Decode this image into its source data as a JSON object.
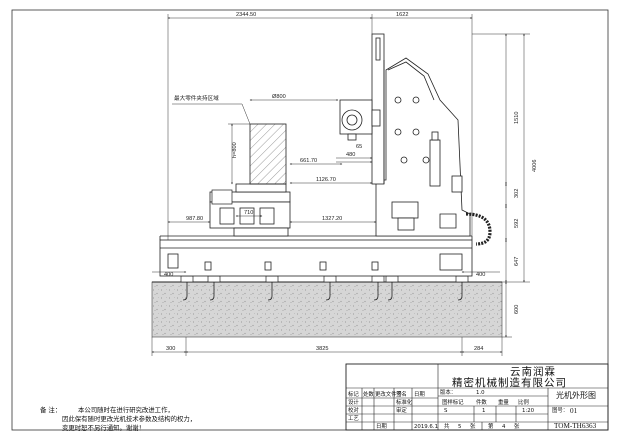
{
  "dimensions": {
    "top_overall": "2344.50",
    "top_right": "1622",
    "diameter": "Ø800",
    "height_800": "h=800",
    "d_480": "480",
    "d_65": "65",
    "d_661": "661.70",
    "d_1126": "1126.70",
    "d_710": "710",
    "d_987": "987.80",
    "d_1327": "1327.20",
    "d_400_left": "400",
    "d_400_right": "400",
    "right_1510": "1510",
    "right_302": "302",
    "right_592": "592",
    "right_647": "647",
    "right_4006": "4006",
    "right_600": "600",
    "bottom_300": "300",
    "bottom_3825": "3825",
    "bottom_284": "284"
  },
  "labels": {
    "max_workpiece": "最大零件夹持区域"
  },
  "notes": {
    "prefix": "备    注：",
    "line1": "本公司随时在进行研究改进工作，",
    "line2": "因此保有随时更改光机技术参数及结构的权力，",
    "line3": "变更时恕不另行通知。谢谢！"
  },
  "title_block": {
    "company": "云南润霖",
    "company_line2": "精密机械制造有限公司",
    "version_label": "版本：",
    "version_value": "1.0",
    "drawing_name": "光机外形图",
    "drawing_no_label": "图号：",
    "drawing_no_value": "01",
    "code": "TOM-TH6363",
    "mark_label": "标记",
    "count_label": "处数",
    "change_doc_label": "更改文件号",
    "sign_label": "签名",
    "date_label": "日期",
    "standardize_label": "标准化",
    "design_label": "设计",
    "check_label": "校对",
    "review_label": "审定",
    "process_label": "工艺",
    "stage_label": "图样标记",
    "weight_label": "件数",
    "mass_label": "重量",
    "scale_label": "比例",
    "s_mark": "S",
    "count_value": "1",
    "scale_value": "1:20",
    "total_label": "共",
    "total_value": "5",
    "total_unit": "张",
    "sheet_label": "第",
    "sheet_value": "4",
    "sheet_unit": "张",
    "date_value": "2019.6.1",
    "period_label": "日期"
  }
}
